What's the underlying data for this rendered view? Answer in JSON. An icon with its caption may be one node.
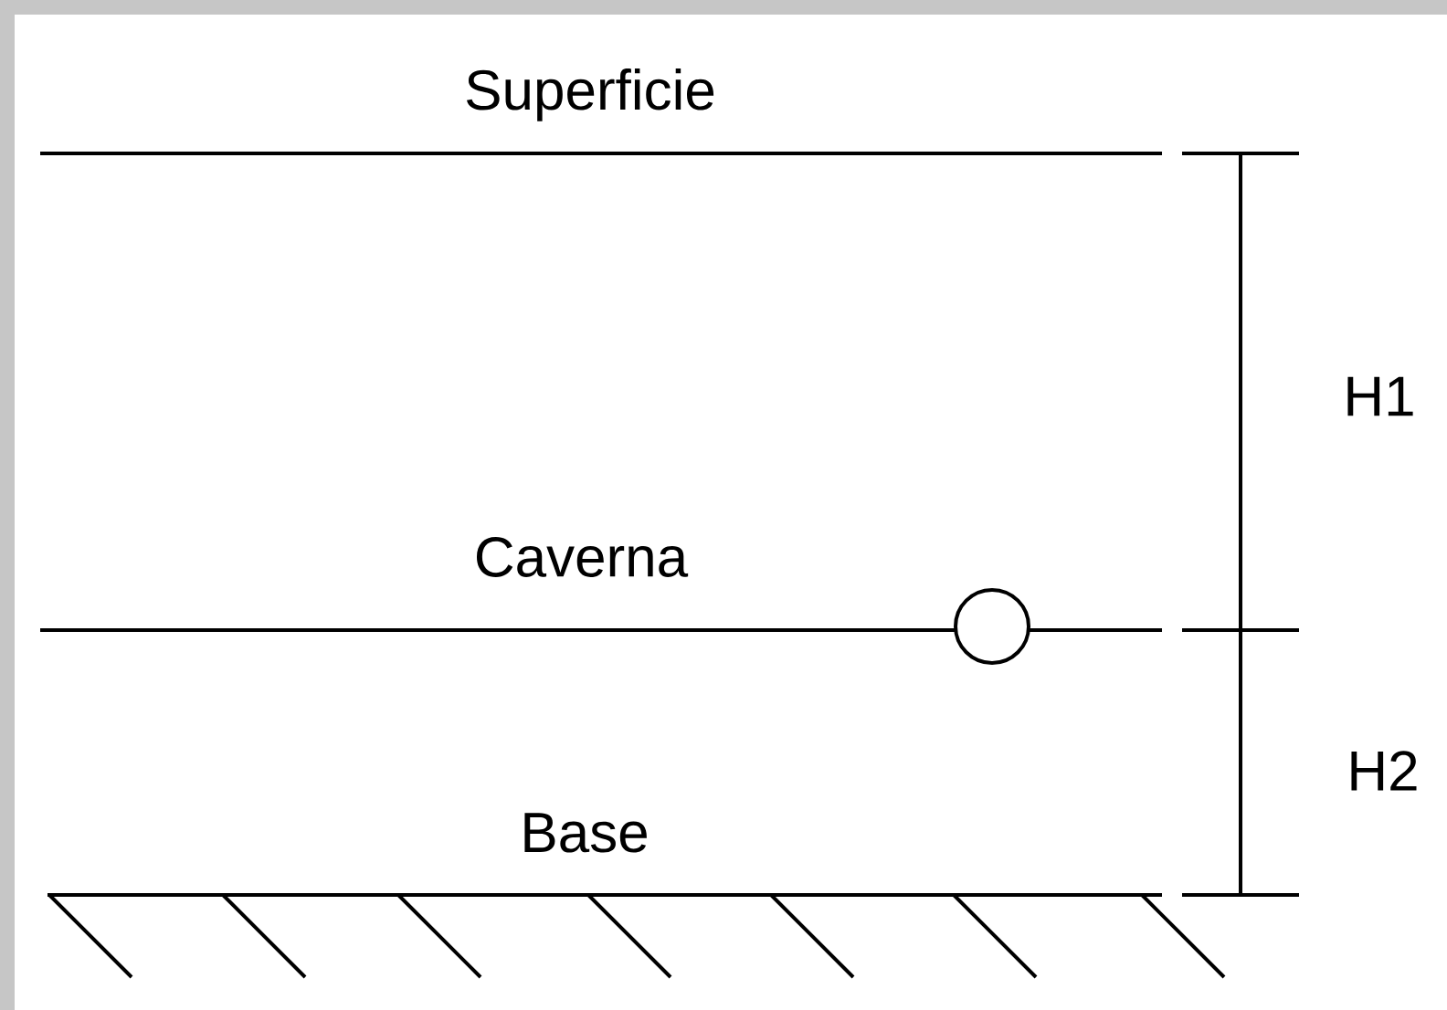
{
  "diagram": {
    "labels": [
      "Superficie",
      "H1",
      "Caverna",
      "H2",
      "Base"
    ]
  }
}
